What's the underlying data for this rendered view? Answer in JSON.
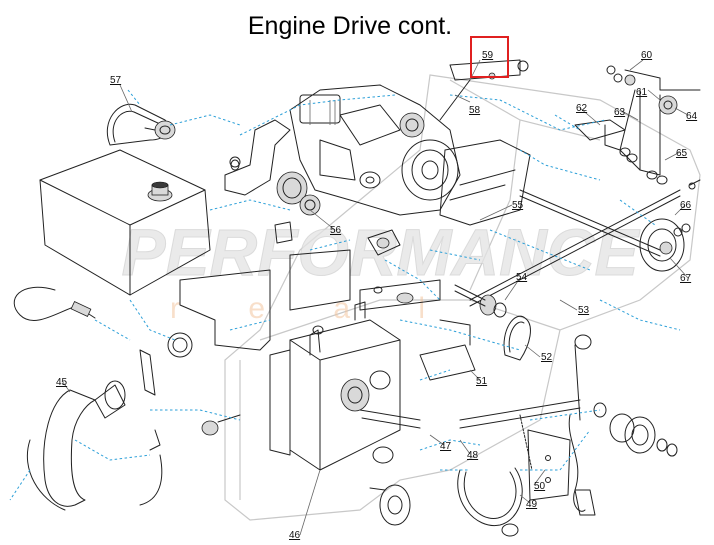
{
  "title": "Engine Drive cont.",
  "watermark": "PERFORMANCE",
  "watermark_sub": "r e a l",
  "highlight_color": "#e02020",
  "leader_color": "#2b9fd8",
  "highlighted_callout": "59",
  "callouts": {
    "c45": "45",
    "c46": "46",
    "c47": "47",
    "c48": "48",
    "c49": "49",
    "c50": "50",
    "c51": "51",
    "c52": "52",
    "c53": "53",
    "c54": "54",
    "c55": "55",
    "c56": "56",
    "c57": "57",
    "c58": "58",
    "c59": "59",
    "c60": "60",
    "c61": "61",
    "c62": "62",
    "c63": "63",
    "c64": "64",
    "c65": "65",
    "c66": "66",
    "c67": "67"
  }
}
